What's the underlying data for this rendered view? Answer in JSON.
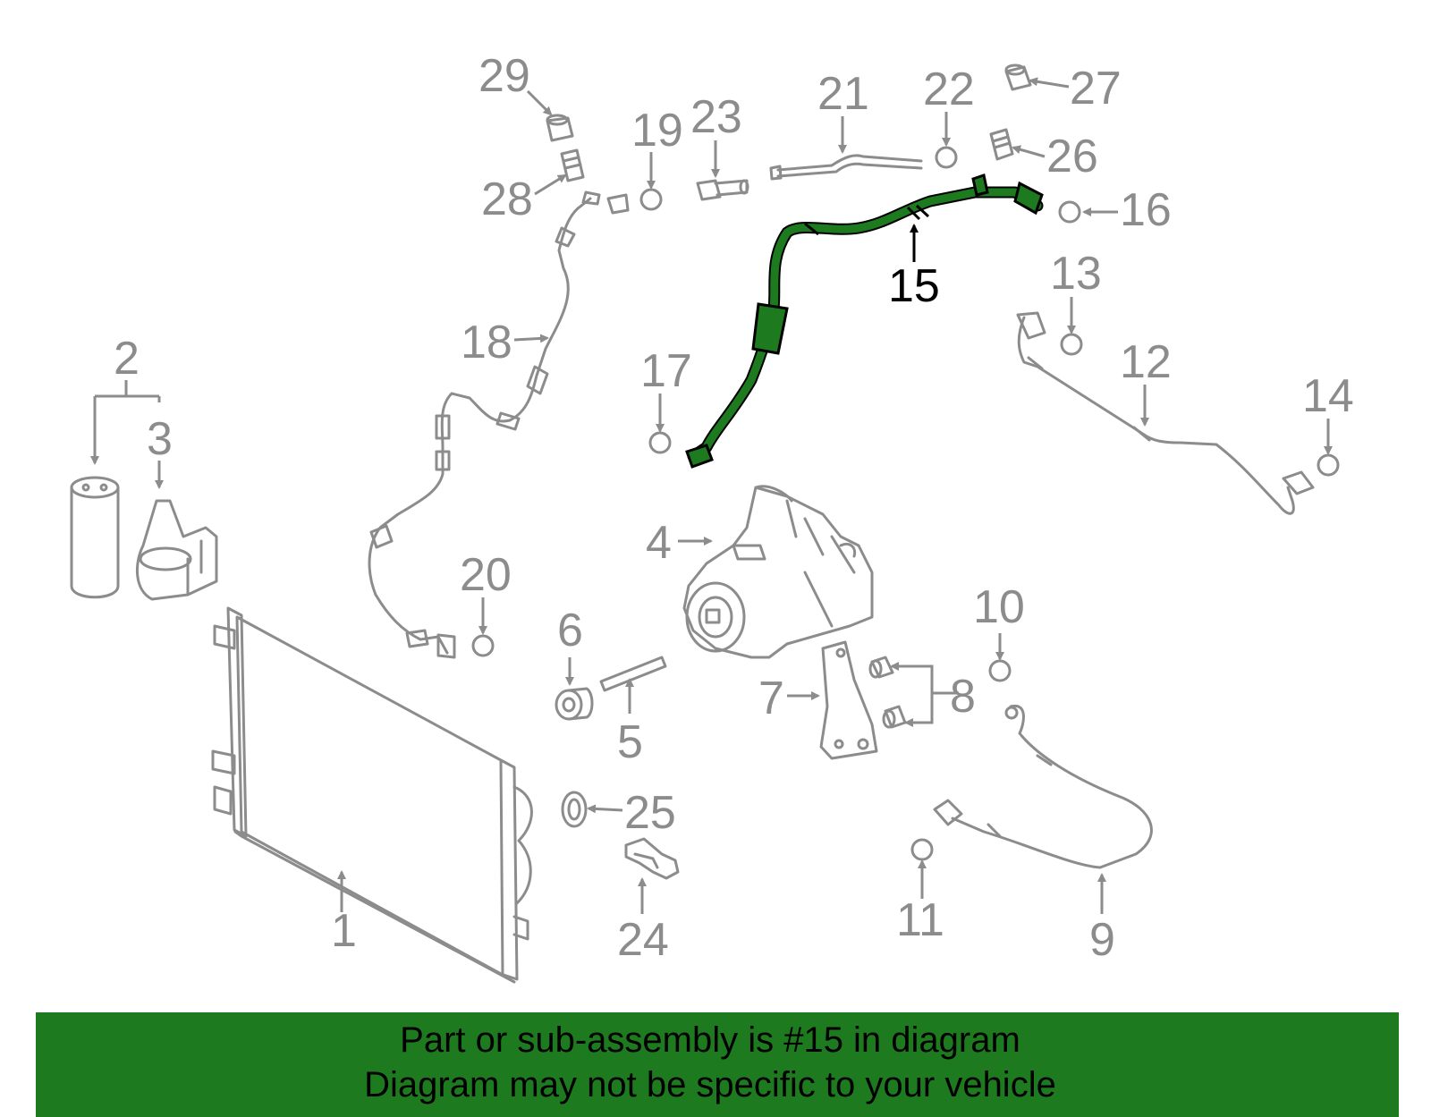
{
  "diagram": {
    "highlight_color": "#1e7a1e",
    "line_color": "#8c8c8c",
    "highlighted_part": "15",
    "callouts": [
      "1",
      "2",
      "3",
      "4",
      "5",
      "6",
      "7",
      "8",
      "9",
      "10",
      "11",
      "12",
      "13",
      "14",
      "15",
      "16",
      "17",
      "18",
      "19",
      "20",
      "21",
      "22",
      "23",
      "24",
      "25",
      "26",
      "27",
      "28",
      "29"
    ]
  },
  "banner": {
    "line1": "Part or sub-assembly is #15 in diagram",
    "line2": "Diagram may not be specific to your vehicle"
  }
}
